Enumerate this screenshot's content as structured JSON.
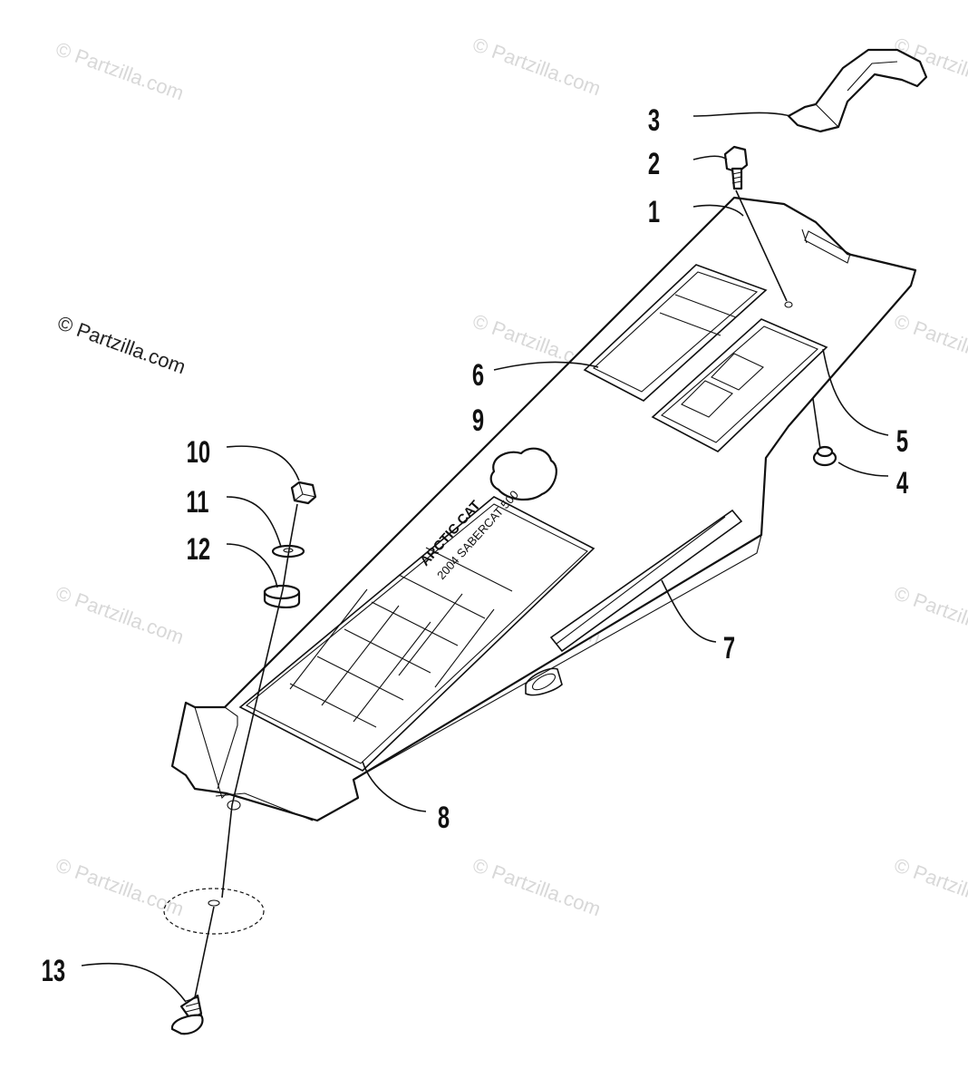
{
  "watermarks": {
    "faint": "© Partzilla.com",
    "main": "© Partzilla.com"
  },
  "decal": {
    "brand": "ARCTIC CAT",
    "model": "2004 SABERCAT 500"
  },
  "callouts": [
    "1",
    "2",
    "3",
    "4",
    "5",
    "6",
    "7",
    "8",
    "9",
    "10",
    "11",
    "12",
    "13"
  ],
  "colors": {
    "line": "#111111",
    "watermark": "#d8d8d8",
    "background": "#ffffff"
  }
}
